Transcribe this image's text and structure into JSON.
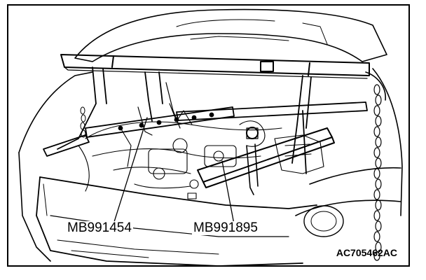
{
  "figure": {
    "tool_a_label": "MB991454",
    "tool_b_label": "MB991895",
    "figure_code": "AC705462AC"
  },
  "colors": {
    "ink": "#000000",
    "paper": "#ffffff"
  },
  "depicted": [
    "engine-bay",
    "engine-hanger-tool",
    "lifting-chain",
    "front-bumper",
    "open-hood"
  ]
}
